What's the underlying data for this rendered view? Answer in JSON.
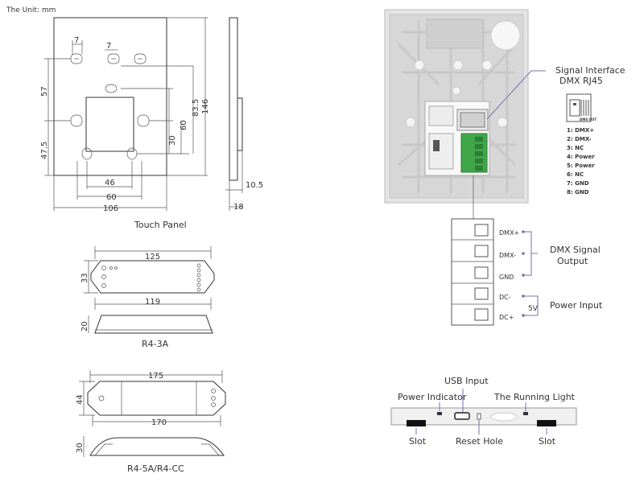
{
  "unit_label": "The Unit: mm",
  "touch_panel": {
    "caption": "Touch Panel",
    "dims": {
      "slot_w1": "7",
      "slot_w2": "7",
      "upper": "57",
      "lower": "47.5",
      "inner_60": "60",
      "inner_30": "30",
      "mid_83_5": "83.5",
      "total_146": "146",
      "hole_46": "46",
      "hole_60": "60",
      "width_106": "106",
      "side_10_5": "10.5",
      "side_18": "18"
    }
  },
  "r4_3a": {
    "caption": "R4-3A",
    "dims": {
      "length_125": "125",
      "length_119": "119",
      "height_33": "33",
      "depth_20": "20"
    }
  },
  "r4_5a": {
    "caption": "R4-5A/R4-CC",
    "dims": {
      "length_175": "175",
      "length_170": "170",
      "height_44": "44",
      "depth_30": "30"
    }
  },
  "signal_interface": {
    "line1": "Signal Interface",
    "line2": "DMX  RJ45"
  },
  "rj45_icon_text": "DMX OUT",
  "pinout": [
    "1: DMX+",
    "2: DMX-",
    "3: NC",
    "4: Power",
    "5: Power",
    "6: NC",
    "7: GND",
    "8: GND"
  ],
  "terminals": [
    "DMX+",
    "DMX-",
    "GND",
    "DC-",
    "DC+"
  ],
  "dmx_output": {
    "line1": "DMX Signal",
    "line2": "Output"
  },
  "voltage": "5V",
  "power_input": "Power Input",
  "bottom_callouts": {
    "usb_input": "USB Input",
    "power_indicator": "Power Indicator",
    "running_light": "The Running Light",
    "slot_left": "Slot",
    "reset_hole": "Reset Hole",
    "slot_right": "Slot"
  }
}
